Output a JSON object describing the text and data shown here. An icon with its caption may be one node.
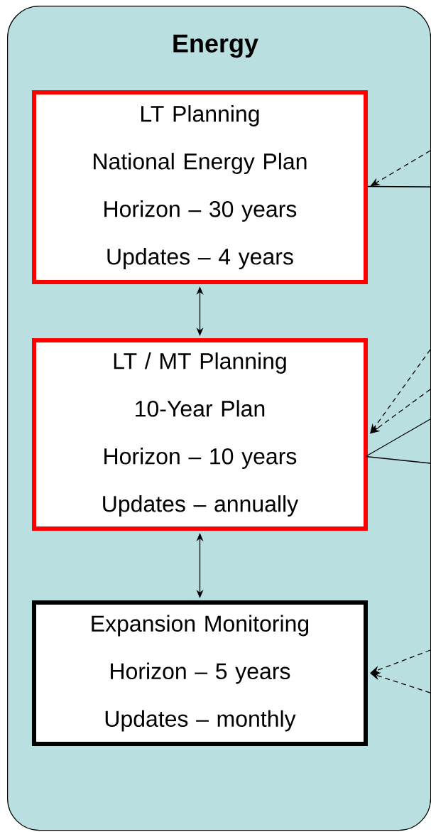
{
  "diagram": {
    "nodes": [
      {
        "text": [
          "Energy"
        ]
      },
      {
        "text": [
          "LT Planning",
          "National Energy Plan",
          "Horizon – 30 years",
          "Updates – 4 years"
        ],
        "in": 0
      },
      {
        "text": [
          "LT / MT Planning",
          "10-Year Plan",
          "Horizon – 10 years",
          "Updates – annually"
        ],
        "in": 0
      },
      {
        "text": [
          "Expansion Monitoring",
          "Horizon – 5  years",
          "Updates – monthly"
        ],
        "in": 0
      }
    ],
    "edges": [
      {
        "from": null,
        "to": 1,
        "arrow": "to",
        "style": "dashed"
      },
      {
        "from": 1,
        "to": null,
        "arrow": "none"
      },
      {
        "from": null,
        "to": 2,
        "arrow": "to",
        "style": "dashed"
      },
      {
        "from": null,
        "to": 2,
        "arrow": "to",
        "style": "dashed"
      },
      {
        "from": 2,
        "to": null,
        "arrow": "none"
      },
      {
        "from": 2,
        "to": null,
        "arrow": "none"
      },
      {
        "from": null,
        "to": 3,
        "arrow": "to",
        "style": "dashed"
      },
      {
        "from": null,
        "to": 3,
        "arrow": "to",
        "style": "dashed"
      },
      {
        "from": 1,
        "to": 2,
        "arrow": "both"
      },
      {
        "from": 2,
        "to": 3,
        "arrow": "both"
      }
    ]
  }
}
